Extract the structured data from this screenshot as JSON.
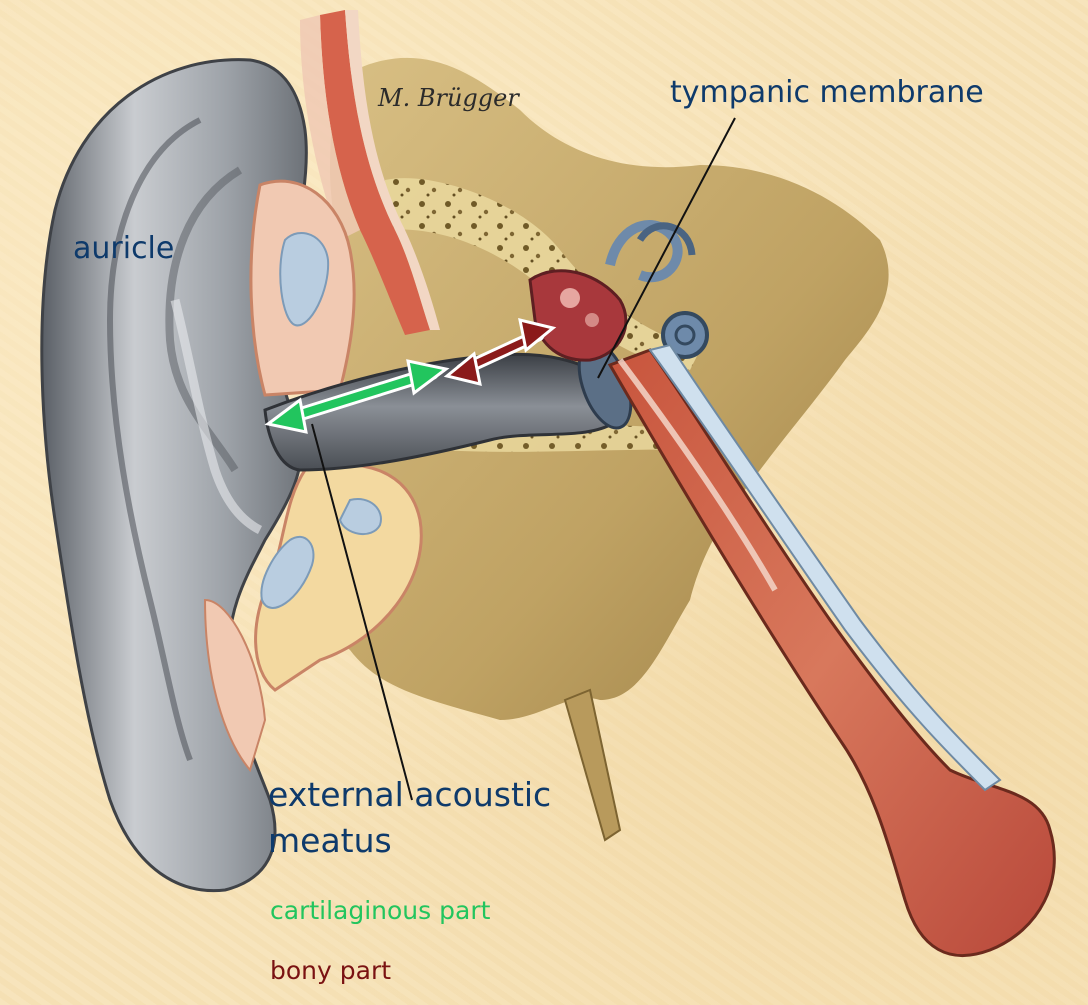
{
  "labels": {
    "auricle": "auricle",
    "tympanic_membrane": "tympanic membrane",
    "external_acoustic_meatus_line1": "external acoustic",
    "external_acoustic_meatus_line2": "meatus",
    "cartilaginous_part": "cartilaginous part",
    "bony_part": "bony part"
  },
  "signature": "M. Brügger",
  "colors": {
    "background": "#f7e3b8",
    "label_text": "#0e3a6b",
    "cartilaginous_arrow": "#22c55e",
    "bony_arrow": "#8b1a1a",
    "ear_skin": "#9aa0a8",
    "bone": "#c9ad6e",
    "canal": "#5b616a"
  },
  "icons": [
    "ear-anatomy-illustration",
    "double-arrow-green",
    "double-arrow-darkred"
  ]
}
